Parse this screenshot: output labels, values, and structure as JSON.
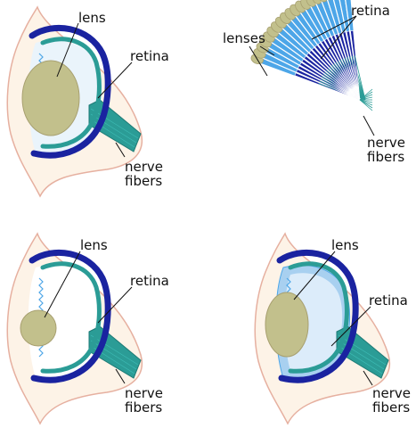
{
  "colors": {
    "tissue": "#fdf3e7",
    "tissue_outline": "#e6b0a0",
    "lens": "#c2c08c",
    "lens_outline": "#a8a070",
    "cup": "#1a23a0",
    "nerve": "#2b9c96",
    "light_blue": "#4da6e8",
    "pale_blue": "#a8d0f0",
    "leader": "#111111"
  },
  "panels": [
    {
      "name": "top-left",
      "labels": {
        "lens": "lens",
        "retina": "retina",
        "nerve1": "nerve",
        "nerve2": "fibers"
      }
    },
    {
      "name": "top-right",
      "labels": {
        "lenses": "lenses",
        "retina": "retina",
        "nerve1": "nerve",
        "nerve2": "fibers"
      }
    },
    {
      "name": "bottom-left",
      "labels": {
        "lens": "lens",
        "retina": "retina",
        "nerve1": "nerve",
        "nerve2": "fibers"
      }
    },
    {
      "name": "bottom-right",
      "labels": {
        "lens": "lens",
        "retina": "retina",
        "nerve1": "nerve",
        "nerve2": "fibers"
      }
    }
  ]
}
